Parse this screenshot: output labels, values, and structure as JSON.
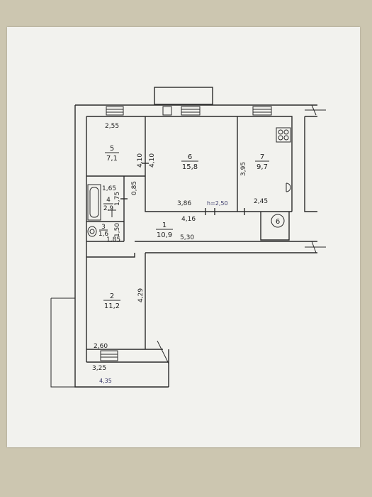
{
  "rooms": [
    {
      "number": "1",
      "area": "10,9"
    },
    {
      "number": "2",
      "area": "11,2"
    },
    {
      "number": "3",
      "area": "1,6"
    },
    {
      "number": "4",
      "area": "2,9"
    },
    {
      "number": "5",
      "area": "7,1"
    },
    {
      "number": "6",
      "area": "15,8"
    },
    {
      "number": "7",
      "area": "9,7"
    }
  ],
  "dimensions": {
    "d_255": "2,55",
    "d_410": "4,10",
    "d_395": "3,95",
    "d_085": "0,85",
    "d_165": "1,65",
    "d_175": "1,75",
    "d_150": "1,50",
    "d_185": "1,85",
    "d_386": "3,86",
    "d_416": "4,16",
    "d_245": "2,45",
    "d_530": "5,30",
    "d_h250": "h=2,50",
    "d_429": "4,29",
    "d_260": "2,60",
    "d_325": "3,25",
    "d_435": "4,35"
  },
  "circled_mark": "6",
  "colors": {
    "paper": "#f2f2ee",
    "background": "#ccc6b0",
    "line": "#2a2a2a"
  }
}
